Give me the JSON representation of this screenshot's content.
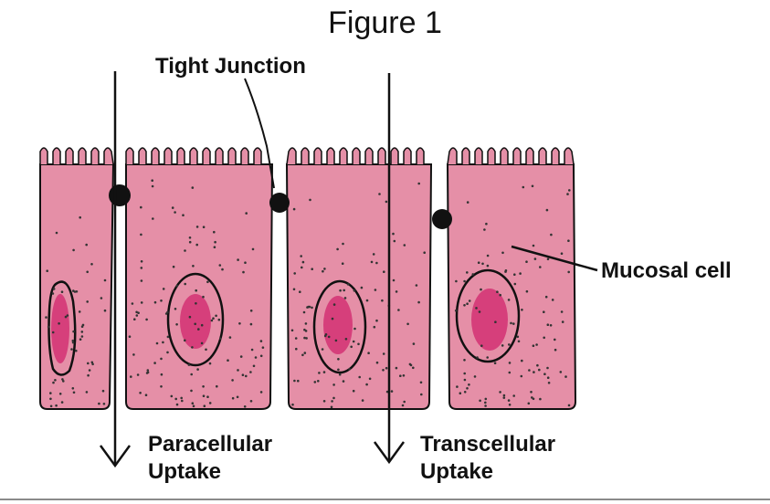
{
  "title": "Figure 1",
  "labels": {
    "tight_junction": "Tight Junction",
    "mucosal_cell": "Mucosal cell",
    "paracellular": [
      "Paracellular",
      "Uptake"
    ],
    "transcellular": [
      "Transcellular",
      "Uptake"
    ]
  },
  "colors": {
    "cell_fill": "#e58fa7",
    "nucleus_fill": "#d63f7b",
    "outline": "#111111",
    "background": "#ffffff"
  }
}
